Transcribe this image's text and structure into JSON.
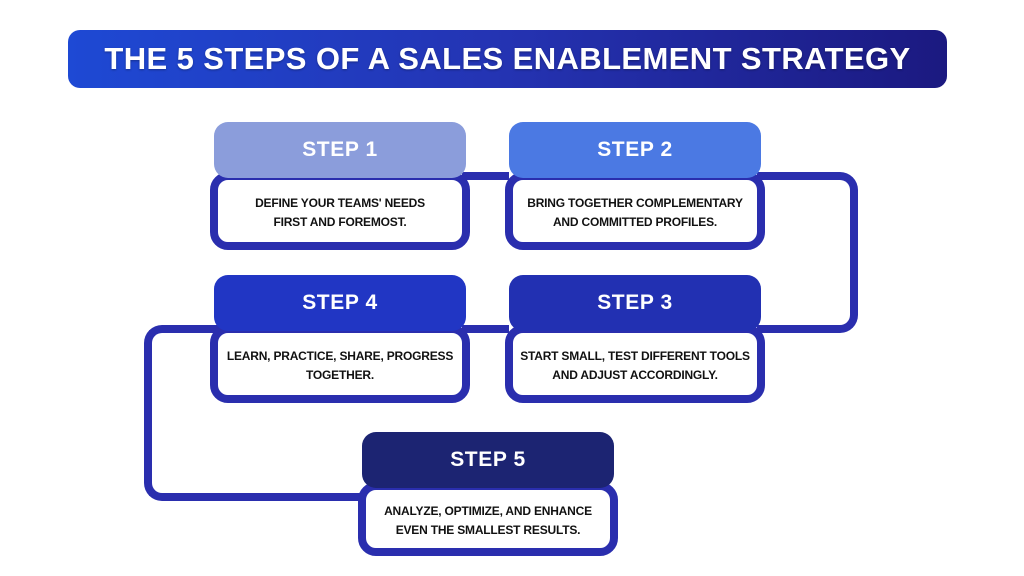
{
  "title": {
    "text": "THE 5 STEPS OF A SALES ENABLEMENT STRATEGY"
  },
  "colors": {
    "background": "#FFFFFF",
    "outline_and_connectors": "#2A2EAE",
    "title_gradient_left": "#1E49D4",
    "title_gradient_mid": "#2433B2",
    "title_gradient_right": "#1B1980",
    "header_text": "#FFFFFF",
    "body_text": "#111111"
  },
  "steps": [
    {
      "label": "STEP 1",
      "description": "DEFINE YOUR TEAMS' NEEDS\nFIRST AND FOREMOST.",
      "header_color": "#8B9DDB"
    },
    {
      "label": "STEP 2",
      "description": "BRING TOGETHER COMPLEMENTARY\nAND COMMITTED PROFILES.",
      "header_color": "#4B79E3"
    },
    {
      "label": "STEP 3",
      "description": "START SMALL, TEST DIFFERENT TOOLS\nAND ADJUST ACCORDINGLY.",
      "header_color": "#2230B2"
    },
    {
      "label": "STEP 4",
      "description": "LEARN, PRACTICE, SHARE, PROGRESS\nTOGETHER.",
      "header_color": "#2136C4"
    },
    {
      "label": "STEP 5",
      "description": "ANALYZE, OPTIMIZE, AND ENHANCE\nEVEN THE SMALLEST RESULTS.",
      "header_color": "#1C2472"
    }
  ],
  "flow": [
    {
      "from": "STEP 1",
      "to": "STEP 2"
    },
    {
      "from": "STEP 2",
      "to": "STEP 3"
    },
    {
      "from": "STEP 3",
      "to": "STEP 4"
    },
    {
      "from": "STEP 4",
      "to": "STEP 5"
    }
  ]
}
